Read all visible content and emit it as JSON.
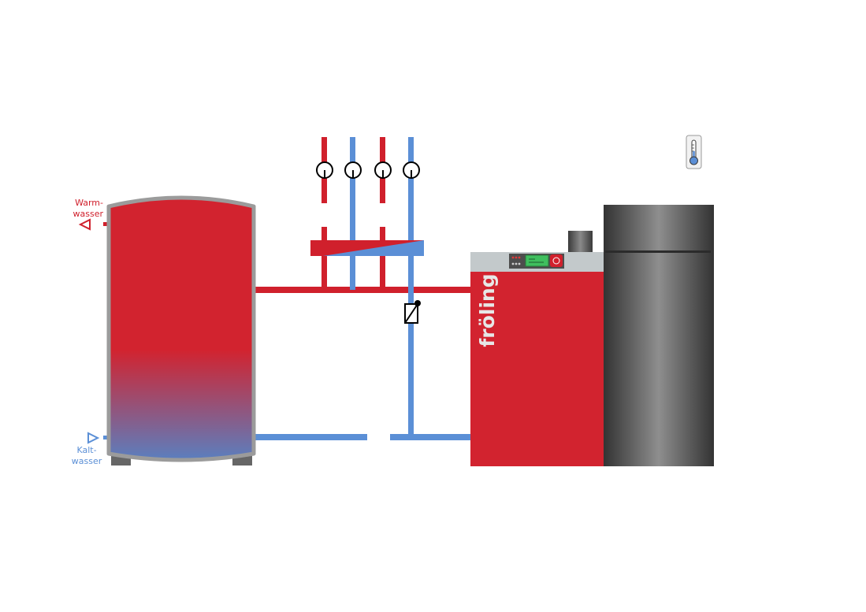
{
  "storage_tank": {
    "warm_water_label_line1": "Warm-",
    "warm_water_label_line2": "wasser",
    "cold_water_label_line1": "Kalt-",
    "cold_water_label_line2": "wasser"
  },
  "boiler": {
    "brand_logo_text": "fröling"
  },
  "colors": {
    "hot_pipe": "#d0202c",
    "cold_pipe": "#5b8fd6",
    "tank_red": "#d2232f",
    "tank_blue": "#5b7fbf",
    "boiler_red": "#d2232f",
    "boiler_top": "#c3c9cb",
    "hopper_dark": "#3a3a3a"
  },
  "icons": {
    "thermometer": "thermometer-icon",
    "pump": "pump-icon",
    "valve": "valve-icon"
  }
}
